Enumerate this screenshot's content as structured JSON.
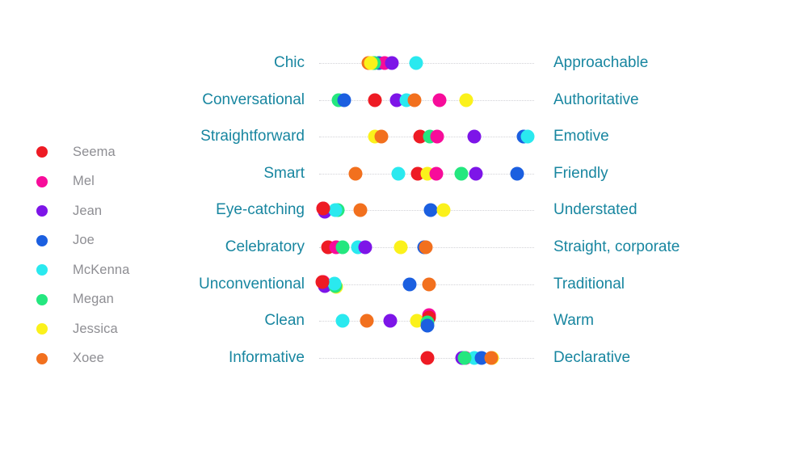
{
  "theme": {
    "background": "#ffffff",
    "label_color": "#1886a0",
    "legend_text_color": "#8e8e93",
    "gridline_color": "#d2d2d7"
  },
  "legend": {
    "items": [
      {
        "name": "Seema",
        "color": "#ee1b24"
      },
      {
        "name": "Mel",
        "color": "#f70c9a"
      },
      {
        "name": "Jean",
        "color": "#7d15e8"
      },
      {
        "name": "Joe",
        "color": "#1b5fe0"
      },
      {
        "name": "McKenna",
        "color": "#2ae9ef"
      },
      {
        "name": "Megan",
        "color": "#24e77f"
      },
      {
        "name": "Jessica",
        "color": "#fbf11b"
      },
      {
        "name": "Xoee",
        "color": "#f2701e"
      }
    ]
  },
  "chart_data": {
    "type": "scatter",
    "title": "",
    "xlabel": "",
    "ylabel": "",
    "xlim": [
      0,
      100
    ],
    "grid": true,
    "legend_position": "left",
    "series_names": [
      "Seema",
      "Mel",
      "Jean",
      "Joe",
      "McKenna",
      "Megan",
      "Jessica",
      "Xoee"
    ],
    "series_colors": [
      "#ee1b24",
      "#f70c9a",
      "#7d15e8",
      "#1b5fe0",
      "#2ae9ef",
      "#24e77f",
      "#fbf11b",
      "#f2701e"
    ],
    "axis_pairs": [
      {
        "left": "Chic",
        "right": "Approachable"
      },
      {
        "left": "Conversational",
        "right": "Authoritative"
      },
      {
        "left": "Straightforward",
        "right": "Emotive"
      },
      {
        "left": "Smart",
        "right": "Friendly"
      },
      {
        "left": "Eye-catching",
        "right": "Understated"
      },
      {
        "left": "Celebratory",
        "right": "Straight, corporate"
      },
      {
        "left": "Unconventional",
        "right": "Traditional"
      },
      {
        "left": "Clean",
        "right": "Warm"
      },
      {
        "left": "Informative",
        "right": "Declarative"
      }
    ],
    "rows": [
      {
        "left": "Chic",
        "right": "Approachable",
        "points": [
          {
            "name": "Xoee",
            "color": "#f2701e",
            "x": 23.0,
            "jitter": 0
          },
          {
            "name": "Seema",
            "color": "#ee1b24",
            "x": 25.5,
            "jitter": 0
          },
          {
            "name": "Joe",
            "color": "#1b5fe0",
            "x": 28.0,
            "jitter": 0
          },
          {
            "name": "Mel",
            "color": "#f70c9a",
            "x": 30.5,
            "jitter": 0
          },
          {
            "name": "Jean",
            "color": "#7d15e8",
            "x": 34.0,
            "jitter": 0
          },
          {
            "name": "McKenna",
            "color": "#2ae9ef",
            "x": 45.0,
            "jitter": 0
          },
          {
            "name": "Megan",
            "color": "#24e77f",
            "x": 25.5,
            "jitter": 0
          },
          {
            "name": "Jessica",
            "color": "#fbf11b",
            "x": 24.0,
            "jitter": 0
          }
        ]
      },
      {
        "left": "Conversational",
        "right": "Authoritative",
        "points": [
          {
            "name": "Megan",
            "color": "#24e77f",
            "x": 9.0,
            "jitter": 0
          },
          {
            "name": "Joe",
            "color": "#1b5fe0",
            "x": 11.5,
            "jitter": 0
          },
          {
            "name": "Seema",
            "color": "#ee1b24",
            "x": 26.0,
            "jitter": 0
          },
          {
            "name": "Jean",
            "color": "#7d15e8",
            "x": 36.0,
            "jitter": 0
          },
          {
            "name": "McKenna",
            "color": "#2ae9ef",
            "x": 40.5,
            "jitter": 0
          },
          {
            "name": "Xoee",
            "color": "#f2701e",
            "x": 44.5,
            "jitter": 0
          },
          {
            "name": "Mel",
            "color": "#f70c9a",
            "x": 56.0,
            "jitter": 0
          },
          {
            "name": "Jessica",
            "color": "#fbf11b",
            "x": 68.5,
            "jitter": 0
          }
        ]
      },
      {
        "left": "Straightforward",
        "right": "Emotive",
        "points": [
          {
            "name": "Jessica",
            "color": "#fbf11b",
            "x": 26.0,
            "jitter": 0
          },
          {
            "name": "Xoee",
            "color": "#f2701e",
            "x": 29.0,
            "jitter": 0
          },
          {
            "name": "Seema",
            "color": "#ee1b24",
            "x": 47.0,
            "jitter": 0
          },
          {
            "name": "Megan",
            "color": "#24e77f",
            "x": 51.5,
            "jitter": 0
          },
          {
            "name": "Mel",
            "color": "#f70c9a",
            "x": 55.0,
            "jitter": 0
          },
          {
            "name": "Jean",
            "color": "#7d15e8",
            "x": 72.0,
            "jitter": 0
          },
          {
            "name": "Joe",
            "color": "#1b5fe0",
            "x": 95.0,
            "jitter": 0
          },
          {
            "name": "McKenna",
            "color": "#2ae9ef",
            "x": 97.0,
            "jitter": 0
          }
        ]
      },
      {
        "left": "Smart",
        "right": "Friendly",
        "points": [
          {
            "name": "Xoee",
            "color": "#f2701e",
            "x": 17.0,
            "jitter": 0
          },
          {
            "name": "McKenna",
            "color": "#2ae9ef",
            "x": 37.0,
            "jitter": 0
          },
          {
            "name": "Seema",
            "color": "#ee1b24",
            "x": 46.0,
            "jitter": 0
          },
          {
            "name": "Jessica",
            "color": "#fbf11b",
            "x": 50.5,
            "jitter": 0
          },
          {
            "name": "Mel",
            "color": "#f70c9a",
            "x": 54.5,
            "jitter": 0
          },
          {
            "name": "Megan",
            "color": "#24e77f",
            "x": 66.0,
            "jitter": 0
          },
          {
            "name": "Jean",
            "color": "#7d15e8",
            "x": 73.0,
            "jitter": 0
          },
          {
            "name": "Joe",
            "color": "#1b5fe0",
            "x": 92.0,
            "jitter": 0
          }
        ]
      },
      {
        "left": "Eye-catching",
        "right": "Understated",
        "points": [
          {
            "name": "Mel",
            "color": "#f70c9a",
            "x": 2.0,
            "jitter": -2
          },
          {
            "name": "Jean",
            "color": "#7d15e8",
            "x": 2.5,
            "jitter": 2
          },
          {
            "name": "Megan",
            "color": "#24e77f",
            "x": 8.5,
            "jitter": 0
          },
          {
            "name": "McKenna",
            "color": "#2ae9ef",
            "x": 7.5,
            "jitter": 0
          },
          {
            "name": "Xoee",
            "color": "#f2701e",
            "x": 19.0,
            "jitter": 0
          },
          {
            "name": "Joe",
            "color": "#1b5fe0",
            "x": 52.0,
            "jitter": 0
          },
          {
            "name": "Jessica",
            "color": "#fbf11b",
            "x": 58.0,
            "jitter": 0
          },
          {
            "name": "Seema",
            "color": "#ee1b24",
            "x": 2.0,
            "jitter": -2
          }
        ]
      },
      {
        "left": "Celebratory",
        "right": "Straight, corporate",
        "points": [
          {
            "name": "Seema",
            "color": "#ee1b24",
            "x": 4.0,
            "jitter": 0
          },
          {
            "name": "Mel",
            "color": "#f70c9a",
            "x": 8.0,
            "jitter": 0
          },
          {
            "name": "Megan",
            "color": "#24e77f",
            "x": 11.0,
            "jitter": 0
          },
          {
            "name": "McKenna",
            "color": "#2ae9ef",
            "x": 18.0,
            "jitter": 0
          },
          {
            "name": "Jean",
            "color": "#7d15e8",
            "x": 21.5,
            "jitter": 0
          },
          {
            "name": "Jessica",
            "color": "#fbf11b",
            "x": 38.0,
            "jitter": 0
          },
          {
            "name": "Joe",
            "color": "#1b5fe0",
            "x": 49.0,
            "jitter": 0
          },
          {
            "name": "Xoee",
            "color": "#f2701e",
            "x": 49.5,
            "jitter": 0
          }
        ]
      },
      {
        "left": "Unconventional",
        "right": "Traditional",
        "points": [
          {
            "name": "Mel",
            "color": "#f70c9a",
            "x": 2.0,
            "jitter": -3
          },
          {
            "name": "Jean",
            "color": "#7d15e8",
            "x": 2.5,
            "jitter": 2
          },
          {
            "name": "Jessica",
            "color": "#fbf11b",
            "x": 8.0,
            "jitter": 3
          },
          {
            "name": "Megan",
            "color": "#24e77f",
            "x": 7.5,
            "jitter": 2
          },
          {
            "name": "McKenna",
            "color": "#2ae9ef",
            "x": 7.0,
            "jitter": -1
          },
          {
            "name": "Seema",
            "color": "#ee1b24",
            "x": 1.5,
            "jitter": -3
          },
          {
            "name": "Joe",
            "color": "#1b5fe0",
            "x": 42.0,
            "jitter": 0
          },
          {
            "name": "Xoee",
            "color": "#f2701e",
            "x": 51.0,
            "jitter": 0
          }
        ]
      },
      {
        "left": "Clean",
        "right": "Warm",
        "points": [
          {
            "name": "McKenna",
            "color": "#2ae9ef",
            "x": 11.0,
            "jitter": 0
          },
          {
            "name": "Xoee",
            "color": "#f2701e",
            "x": 22.0,
            "jitter": 0
          },
          {
            "name": "Jean",
            "color": "#7d15e8",
            "x": 33.0,
            "jitter": 0
          },
          {
            "name": "Jessica",
            "color": "#fbf11b",
            "x": 45.5,
            "jitter": 0
          },
          {
            "name": "Mel",
            "color": "#f70c9a",
            "x": 51.0,
            "jitter": -7
          },
          {
            "name": "Seema",
            "color": "#ee1b24",
            "x": 51.0,
            "jitter": -4
          },
          {
            "name": "Megan",
            "color": "#24e77f",
            "x": 50.5,
            "jitter": 2
          },
          {
            "name": "Joe",
            "color": "#1b5fe0",
            "x": 50.5,
            "jitter": 6
          }
        ]
      },
      {
        "left": "Informative",
        "right": "Declarative",
        "points": [
          {
            "name": "Seema",
            "color": "#ee1b24",
            "x": 50.5,
            "jitter": 0
          },
          {
            "name": "Mel",
            "color": "#f70c9a",
            "x": 68.0,
            "jitter": 0
          },
          {
            "name": "Jean",
            "color": "#7d15e8",
            "x": 66.5,
            "jitter": 0
          },
          {
            "name": "McKenna",
            "color": "#2ae9ef",
            "x": 72.0,
            "jitter": 0
          },
          {
            "name": "Joe",
            "color": "#1b5fe0",
            "x": 75.5,
            "jitter": 0
          },
          {
            "name": "Jessica",
            "color": "#fbf11b",
            "x": 80.5,
            "jitter": 0
          },
          {
            "name": "Xoee",
            "color": "#f2701e",
            "x": 80.0,
            "jitter": 0
          },
          {
            "name": "Megan",
            "color": "#24e77f",
            "x": 67.5,
            "jitter": 0
          }
        ]
      }
    ]
  }
}
